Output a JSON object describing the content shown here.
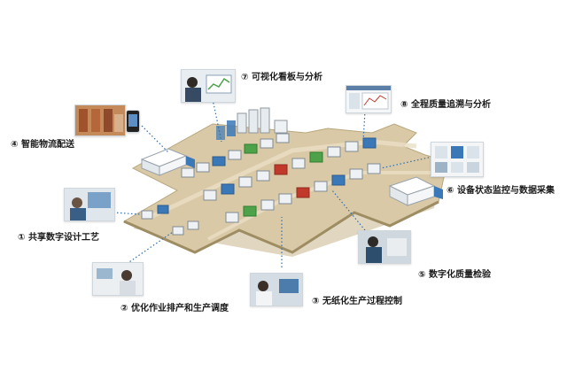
{
  "callouts": [
    {
      "id": "c1",
      "text": "① 共享数字设计工艺"
    },
    {
      "id": "c2",
      "text": "② 优化作业排产和生产调度"
    },
    {
      "id": "c3",
      "text": "③ 无纸化生产过程控制"
    },
    {
      "id": "c4",
      "text": "④  智能物流配送"
    },
    {
      "id": "c5",
      "text": "⑤ 数字化质量检验"
    },
    {
      "id": "c6",
      "text": "⑥ 设备状态监控与数据采集"
    },
    {
      "id": "c7",
      "text": "⑦ 可视化看板与分析"
    },
    {
      "id": "c8",
      "text": "⑧ 全程质量追溯与分析"
    }
  ],
  "colors": {
    "floor": "#d9c9a6",
    "floor_edge": "#b9a77f",
    "leader": "#2f6fb0",
    "machine": "#eef2f5",
    "accent_blue": "#3b78b8",
    "accent_green": "#4da24a",
    "accent_red": "#c0392b"
  }
}
